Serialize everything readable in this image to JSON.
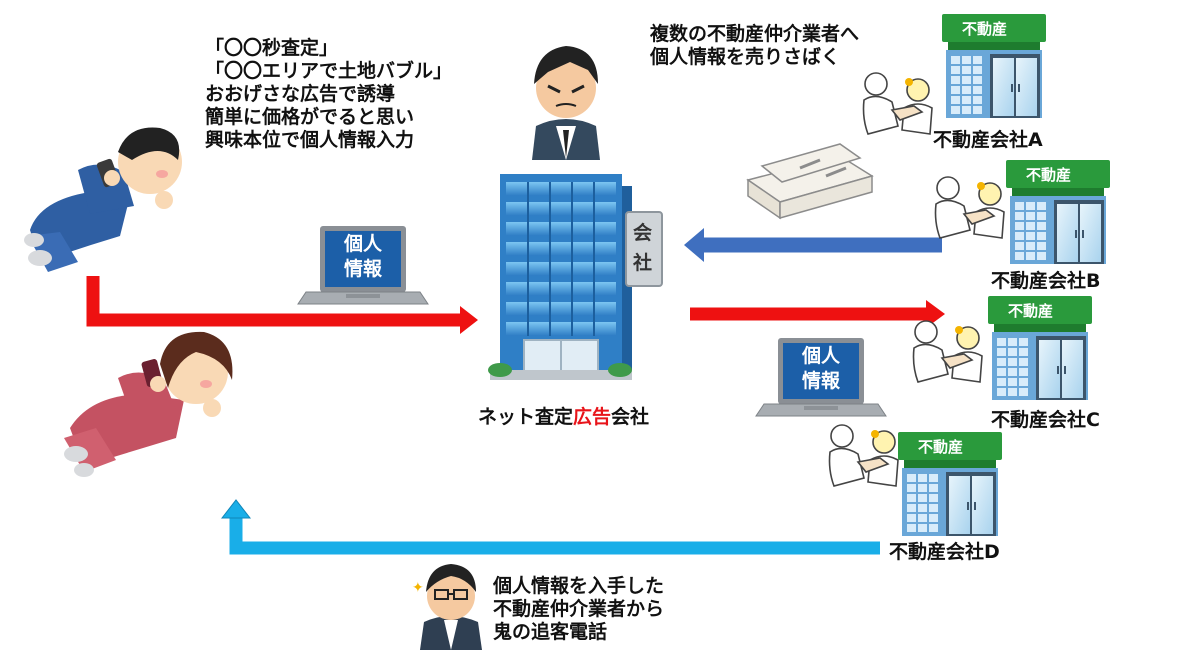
{
  "annotation_top_left": {
    "lines": [
      "「〇〇秒査定」",
      "「〇〇エリアで土地バブル」",
      "おおげさな広告で誘導",
      "簡単に価格がでると思い",
      "興味本位で個人情報入力"
    ]
  },
  "annotation_top_right": {
    "lines": [
      "複数の不動産仲介業者へ",
      "個人情報を売りさばく"
    ]
  },
  "annotation_bottom": {
    "lines": [
      "個人情報を入手した",
      "不動産仲介業者から",
      "鬼の追客電話"
    ]
  },
  "company": {
    "label_prefix": "ネット査定",
    "label_highlight": "広告",
    "label_suffix": "会社",
    "sign_chars": [
      "会",
      "社"
    ]
  },
  "laptop_screen_text": [
    "個人",
    "情報"
  ],
  "agencies": [
    {
      "label": "不動産会社A",
      "sign": "不動産"
    },
    {
      "label": "不動産会社B",
      "sign": "不動産"
    },
    {
      "label": "不動産会社C",
      "sign": "不動産"
    },
    {
      "label": "不動産会社D",
      "sign": "不動産"
    }
  ],
  "colors": {
    "arrow_red": "#ee1111",
    "arrow_blue": "#3f6fbf",
    "arrow_cyan": "#19aee8",
    "shop_green": "#2a9a3c",
    "building_blue": "#3b8ed2",
    "laptop_blue": "#1c5fa8"
  }
}
